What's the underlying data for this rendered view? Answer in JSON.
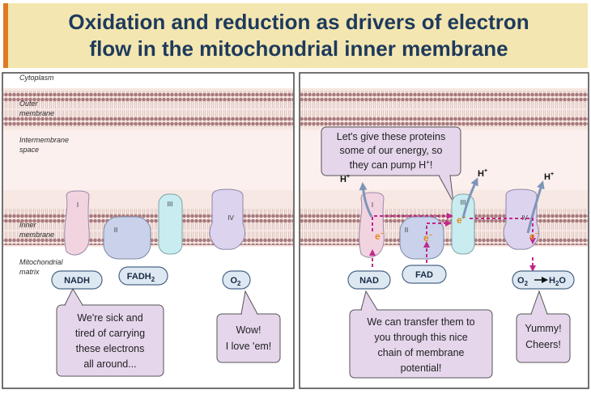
{
  "title": {
    "line1": "Oxidation and reduction as drivers of electron",
    "line2": "flow in the mitochondrial inner membrane"
  },
  "regions": {
    "cytoplasm": "Cytoplasm",
    "outer_membrane": [
      "Outer",
      "membrane"
    ],
    "intermembrane_space": [
      "Intermembrane",
      "space"
    ],
    "inner_membrane": [
      "Inner",
      "membrane"
    ],
    "matrix": [
      "Mitochondrial",
      "matrix"
    ]
  },
  "proteins": [
    "I",
    "II",
    "III",
    "IV"
  ],
  "left_panel": {
    "carriers": {
      "nadh": "NADH",
      "fadh2": "FADH",
      "fadh2_sub": "2",
      "o2": "O",
      "o2_sub": "2"
    },
    "speech_carriers": [
      "We're sick and",
      "tired of carrying",
      "these electrons",
      "all around..."
    ],
    "speech_oxygen": [
      "Wow!",
      "I love 'em!"
    ]
  },
  "right_panel": {
    "carriers": {
      "nad": "NAD",
      "fad": "FAD",
      "o2": "O",
      "o2_sub": "2",
      "h2o_h": "H",
      "h2o_sub": "2",
      "h2o_o": "O"
    },
    "speech_carriers_top": [
      "Let's give these proteins",
      "some of our energy, so",
      "they can pump H",
      "!"
    ],
    "speech_carriers_top_sup": "+",
    "speech_membrane": [
      "We can transfer them to",
      "you through this nice",
      "chain of membrane",
      "potential!"
    ],
    "speech_oxygen": [
      "Yummy!",
      "Cheers!"
    ],
    "h_plus": "H",
    "h_plus_sup": "+",
    "electron": "e",
    "electron_sup": "−"
  },
  "colors": {
    "title_bg": "#f3e6b0",
    "title_text": "#1e3a5c",
    "title_accent": "#e07a22",
    "membrane_band": "#f7e8e3",
    "lipid_head": "#a87a7e",
    "complex_I": "#f2d4e1",
    "complex_II": "#c9d2ea",
    "complex_III": "#c8ecef",
    "complex_IV": "#dcd4ee",
    "bubble": "#e5d6ec",
    "electron_path": "#c0288a",
    "electron_text": "#e48a1e",
    "proton_arrow": "#7f95b8"
  }
}
